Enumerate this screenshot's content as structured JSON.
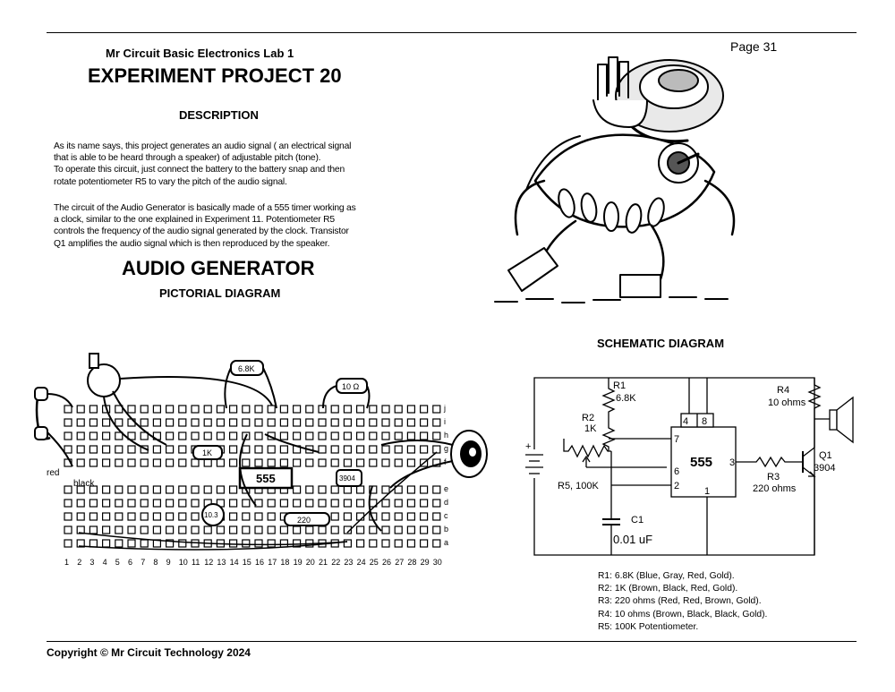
{
  "header": {
    "page_number": "Page 31",
    "lab_title": "Mr Circuit  Basic Electronics Lab 1",
    "project_title": "EXPERIMENT PROJECT 20"
  },
  "description": {
    "heading": "DESCRIPTION",
    "paragraph_1": [
      "As its name says, this project generates an audio signal ( an electrical signal",
      "that is able to be heard through a speaker) of adjustable pitch (tone).",
      "To operate this circuit,  just connect the battery to the battery snap and then",
      "rotate potentiometer R5  to vary the pitch of the audio signal."
    ],
    "paragraph_2": [
      "The circuit of the Audio Generator is basically made of a 555 timer working as",
      "a clock, similar to the one explained in Experiment 11. Potentiometer R5",
      "controls the frequency of the audio signal generated by the clock. Transistor",
      "Q1 amplifies the audio signal which is then reproduced by the speaker."
    ]
  },
  "circuit_title": "AUDIO GENERATOR",
  "pictorial": {
    "heading": "PICTORIAL DIAGRAM",
    "row_labels": [
      "j",
      "i",
      "h",
      "g",
      "f",
      "e",
      "d",
      "c",
      "b",
      "a"
    ],
    "column_numbers": [
      "1",
      "2",
      "3",
      "4",
      "5",
      "6",
      "7",
      "8",
      "9",
      "10",
      "11",
      "12",
      "13",
      "14",
      "15",
      "16",
      "17",
      "18",
      "19",
      "20",
      "21",
      "22",
      "23",
      "24",
      "25",
      "26",
      "27",
      "28",
      "29",
      "30"
    ],
    "wire_labels": {
      "red": "red",
      "black": "black"
    },
    "component_labels": {
      "r1": "6.8K",
      "r4": "10 Ω",
      "r2": "1K",
      "ic": "555",
      "transistor": "3904",
      "r3": "220",
      "capacitor": "10.3"
    }
  },
  "schematic": {
    "heading": "SCHEMATIC DIAGRAM",
    "labels": {
      "r1_name": "R1",
      "r1_value": "6.8K",
      "r2_name": "R2",
      "r2_value": "1K",
      "r5": "R5, 100K",
      "c1_name": "C1",
      "c1_value": "0.01 uF",
      "ic": "555",
      "pin4": "4",
      "pin8": "8",
      "pin7": "7",
      "pin6": "6",
      "pin2": "2",
      "pin1": "1",
      "pin3": "3",
      "r3_name": "R3",
      "r3_value": "220 ohms",
      "r4_name": "R4",
      "r4_value": "10 ohms",
      "q1_name": "Q1",
      "q1_value": "3904",
      "battery_plus": "+"
    }
  },
  "legend": [
    "R1: 6.8K (Blue, Gray, Red, Gold).",
    "R2: 1K (Brown, Black, Red, Gold).",
    "R3: 220 ohms (Red, Red, Brown, Gold).",
    "R4: 10 ohms (Brown, Black, Black, Gold).",
    "R5: 100K Potentiometer."
  ],
  "footer": {
    "copyright": "Copyright © Mr Circuit Technology 2024"
  }
}
